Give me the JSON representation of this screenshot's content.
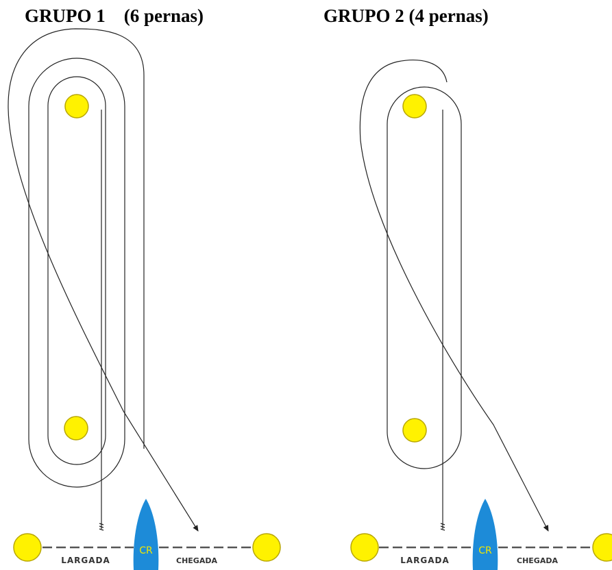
{
  "groups": [
    {
      "title": "GRUPO 1    (6 pernas)",
      "start_label": "LARGADA",
      "finish_label": "CHEGADA",
      "boat_label": "CR"
    },
    {
      "title": "GRUPO 2 (4 pernas)",
      "start_label": "LARGADA",
      "finish_label": "CHEGADA",
      "boat_label": "CR"
    }
  ],
  "colors": {
    "mark": "#FFF200",
    "mark_stroke": "#B8A600",
    "boat": "#1D8BD8",
    "boat_label": "#F2E600",
    "line": "#222222"
  }
}
